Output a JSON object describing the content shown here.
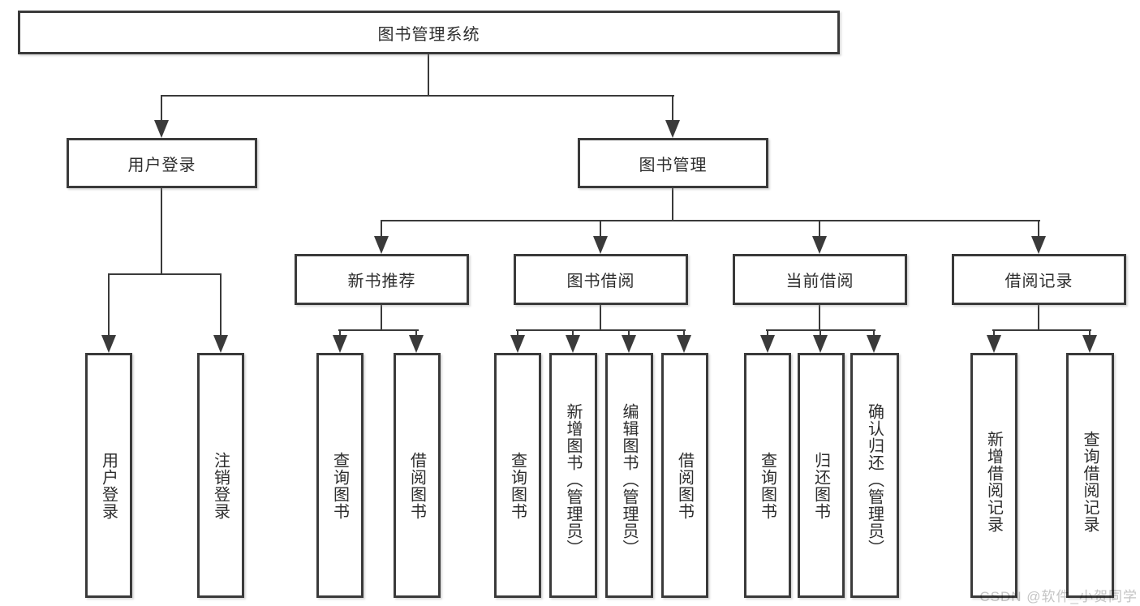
{
  "diagram": {
    "nodes": {
      "root": "图书管理系统",
      "user_login": "用户登录",
      "book_mgmt": "图书管理",
      "new_books": "新书推荐",
      "book_borrow": "图书借阅",
      "current_borrow": "当前借阅",
      "borrow_records": "借阅记录",
      "user_login_leaf": "用户登录",
      "logout_leaf": "注销登录",
      "nb_query": "查询图书",
      "nb_borrow": "借阅图书",
      "bb_query": "查询图书",
      "bb_add": "新增图书（管理员）",
      "bb_edit": "编辑图书（管理员）",
      "bb_borrow": "借阅图书",
      "cb_query": "查询图书",
      "cb_return": "归还图书",
      "cb_confirm": "确认归还（管理员）",
      "br_add": "新增借阅记录",
      "br_query": "查询借阅记录"
    },
    "watermark": "CSDN @软件_小贺同学",
    "colors": {
      "line": "#3a3a3a",
      "text": "#2d2d2d",
      "watermark": "#c4c4c4",
      "background": "#ffffff"
    }
  }
}
